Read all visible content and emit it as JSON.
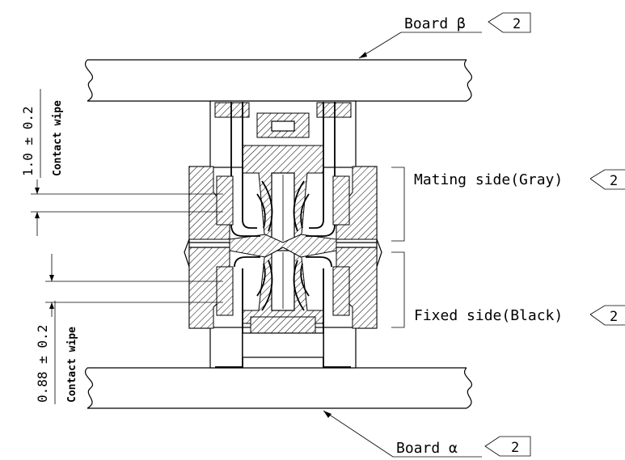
{
  "labels": {
    "board_beta": "Board β",
    "board_alpha": "Board α",
    "mating_side": "Mating side(Gray)",
    "fixed_side": "Fixed side(Black)",
    "upper_dim": "1.0 ± 0.2",
    "upper_dim_caption": "Contact wipe",
    "lower_dim": "0.88 ± 0.2",
    "lower_dim_caption": "Contact wipe",
    "note_ref": "2"
  },
  "colors": {
    "line": "#000000",
    "background": "#ffffff"
  }
}
